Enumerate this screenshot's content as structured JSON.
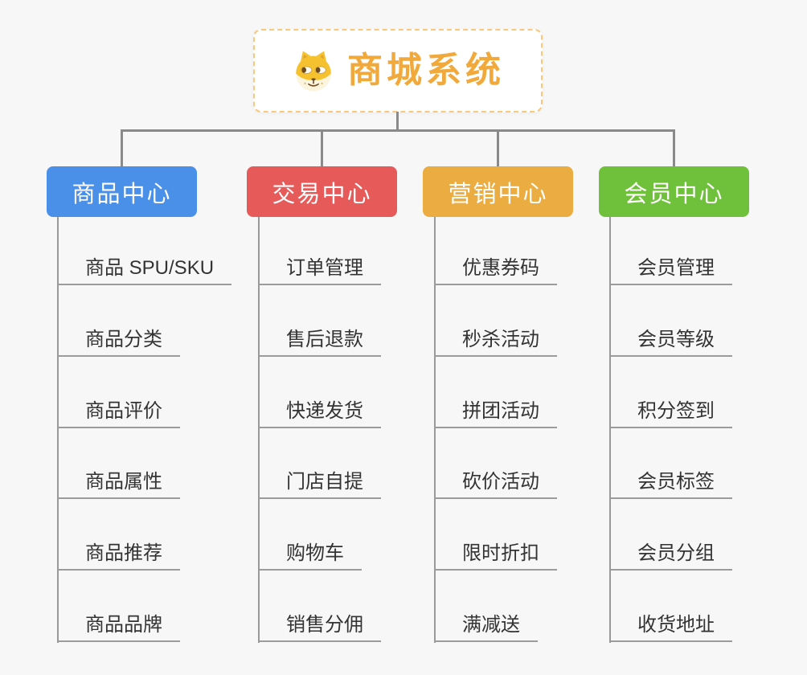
{
  "root": {
    "title": "商城系统",
    "icon": "dog-face-icon",
    "title_color": "#F2A93B",
    "border_color": "#F7C87D"
  },
  "connectors": {
    "color": "#8A8A8A"
  },
  "branches": [
    {
      "label": "商品中心",
      "color": "#4A90E8",
      "items": [
        "商品 SPU/SKU",
        "商品分类",
        "商品评价",
        "商品属性",
        "商品推荐",
        "商品品牌"
      ]
    },
    {
      "label": "交易中心",
      "color": "#E65A5A",
      "items": [
        "订单管理",
        "售后退款",
        "快递发货",
        "门店自提",
        "购物车",
        "销售分佣"
      ]
    },
    {
      "label": "营销中心",
      "color": "#EBAC41",
      "items": [
        "优惠券码",
        "秒杀活动",
        "拼团活动",
        "砍价活动",
        "限时折扣",
        "满减送"
      ]
    },
    {
      "label": "会员中心",
      "color": "#6FC13C",
      "items": [
        "会员管理",
        "会员等级",
        "积分签到",
        "会员标签",
        "会员分组",
        "收货地址"
      ]
    }
  ]
}
